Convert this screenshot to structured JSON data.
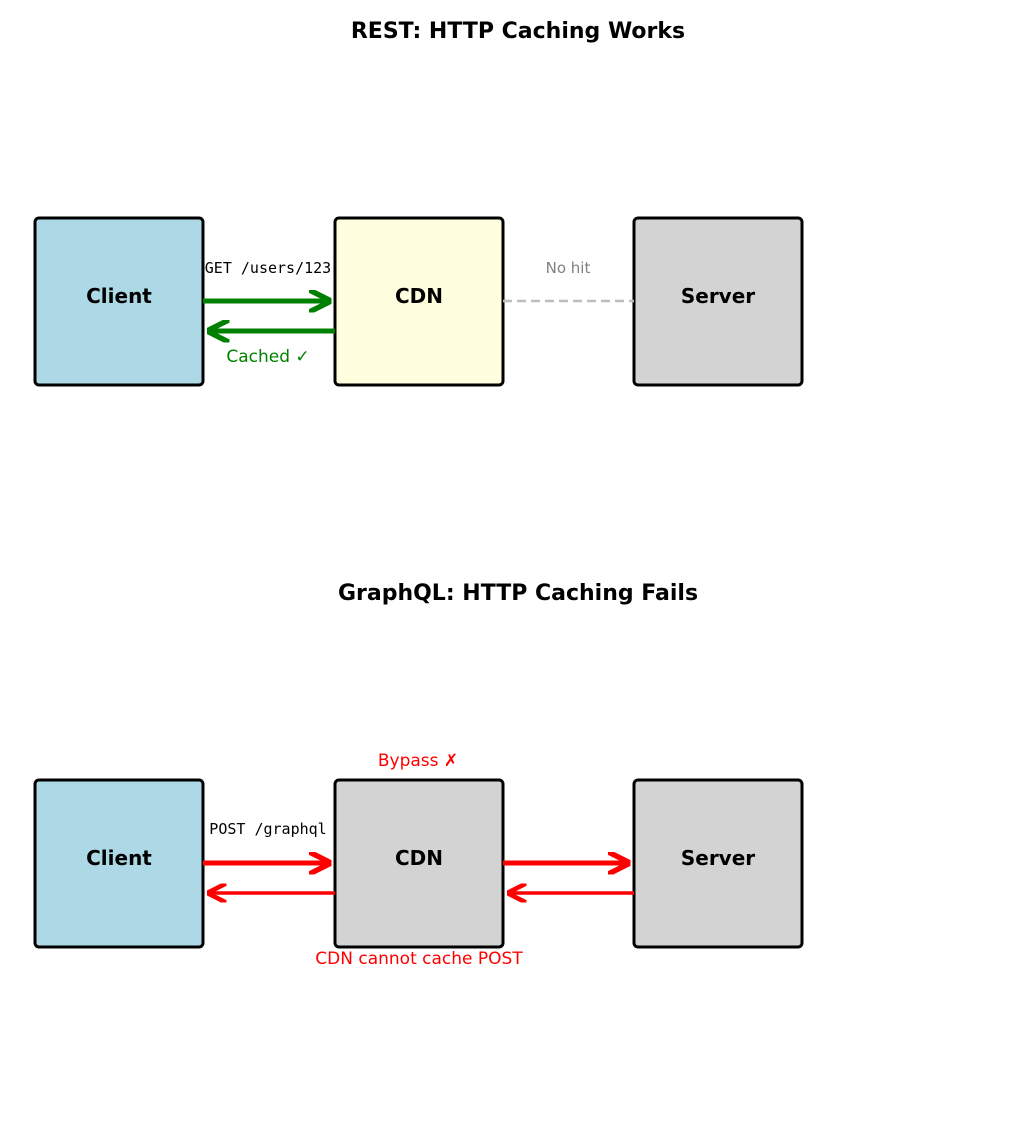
{
  "rest": {
    "title": "REST: HTTP Caching Works",
    "client": "Client",
    "cdn": "CDN",
    "server": "Server",
    "request": "GET /users/123",
    "response": "Cached ✓",
    "cdn_server_note": "No hit"
  },
  "graphql": {
    "title": "GraphQL: HTTP Caching Fails",
    "client": "Client",
    "cdn": "CDN",
    "server": "Server",
    "request": "POST /graphql",
    "cdn_note": "Bypass ✗",
    "response_note": "CDN cannot cache POST"
  },
  "colors": {
    "client_fill": "#add8e6",
    "rest_cdn_fill": "#ffffe0",
    "server_fill": "#d3d3d3",
    "graphql_cdn_fill": "#d3d3d3",
    "success": "#008000",
    "failure": "#ff0000",
    "no_hit_line": "#bdbdbd"
  }
}
